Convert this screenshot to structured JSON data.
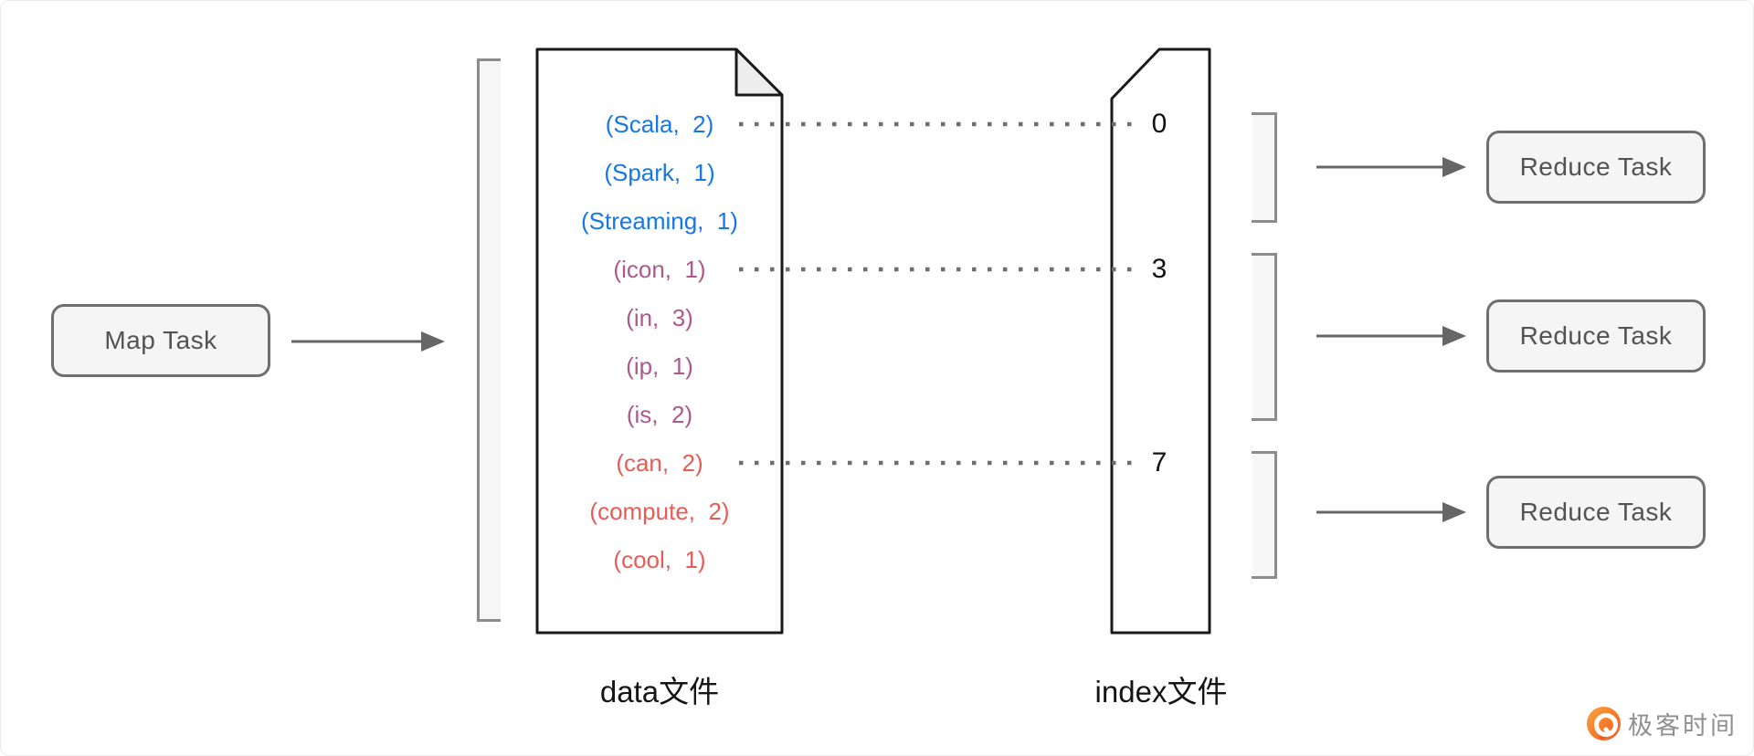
{
  "map_task": {
    "label": "Map Task"
  },
  "data_file": {
    "label": "data文件",
    "records": [
      {
        "text": "(Scala,  2)",
        "group": "blue"
      },
      {
        "text": "(Spark,  1)",
        "group": "blue"
      },
      {
        "text": "(Streaming,  1)",
        "group": "blue"
      },
      {
        "text": "(icon,  1)",
        "group": "plum"
      },
      {
        "text": "(in,  3)",
        "group": "plum"
      },
      {
        "text": "(ip,  1)",
        "group": "plum"
      },
      {
        "text": "(is,  2)",
        "group": "plum"
      },
      {
        "text": "(can,  2)",
        "group": "salmon"
      },
      {
        "text": "(compute,  2)",
        "group": "salmon"
      },
      {
        "text": "(cool,  1)",
        "group": "salmon"
      }
    ]
  },
  "index_file": {
    "label": "index文件",
    "offsets": [
      "0",
      "3",
      "7"
    ]
  },
  "reduce_tasks": [
    {
      "label": "Reduce Task"
    },
    {
      "label": "Reduce Task"
    },
    {
      "label": "Reduce Task"
    }
  ],
  "logo": {
    "text": "极客时间",
    "brand_orange": "#f2581e"
  },
  "colors": {
    "blue": "#1777e8",
    "plum": "#ae598b",
    "salmon": "#e55d56",
    "file_border": "#1a1a1a",
    "bracket": "#8c8c8c",
    "bracket_fill": "#f6f6f6",
    "arrow": "#666666",
    "dots": "#6e6e6e",
    "task_fill": "#f5f5f5",
    "task_border": "#6f6f6f",
    "task_text": "#535353"
  }
}
